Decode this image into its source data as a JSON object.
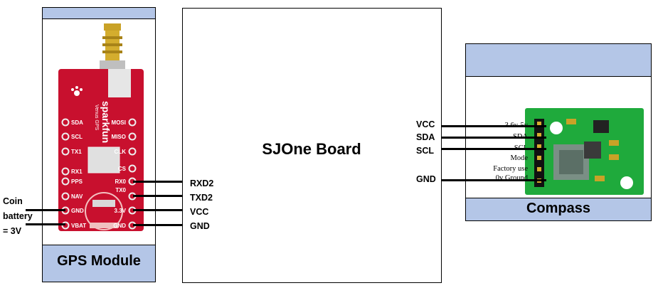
{
  "gps": {
    "title": "GPS Module",
    "brand": "sparkfun",
    "model": "Venus GPS",
    "left_pins": [
      "SDA",
      "SCL",
      "TX1",
      "RX1",
      "PPS",
      "NAV",
      "GND",
      "VBAT"
    ],
    "right_pins": [
      "MOSI",
      "MISO",
      "CLK",
      "CS",
      "RX0",
      "TX0",
      "3.3V",
      "GND"
    ]
  },
  "board": {
    "title": "SJOne Board"
  },
  "compass": {
    "title": "Compass",
    "pin_labels": [
      "3.6v-5v",
      "SDA",
      "SCL",
      "Mode",
      "Factory use",
      "0v Ground"
    ]
  },
  "battery": {
    "line1": "Coin",
    "line2": "battery",
    "line3": "= 3V"
  },
  "gps_wires": [
    "RXD2",
    "TXD2",
    "VCC",
    "GND"
  ],
  "compass_wires": [
    "VCC",
    "SDA",
    "SCL",
    "GND"
  ],
  "colors": {
    "band": "#b4c6e7",
    "gps_pcb": "#c8102e",
    "compass_pcb": "#1faa3c"
  }
}
